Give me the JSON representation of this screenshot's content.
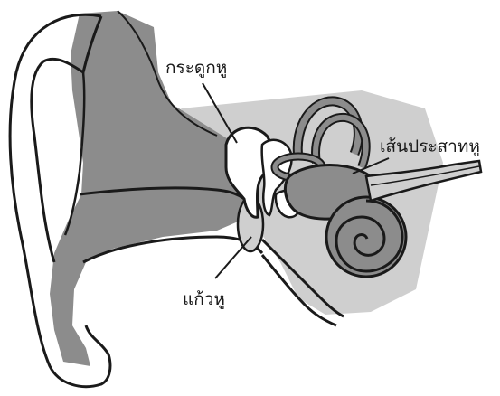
{
  "labels": {
    "ossicles": "กระดูกหู",
    "eardrum": "แก้วหู",
    "auditory_nerve": "เส้นประสาทหู"
  },
  "colors": {
    "outline": "#1a1a1a",
    "shade_dark": "#8c8c8c",
    "shade_light": "#cfcfcf",
    "background": "#ffffff"
  }
}
